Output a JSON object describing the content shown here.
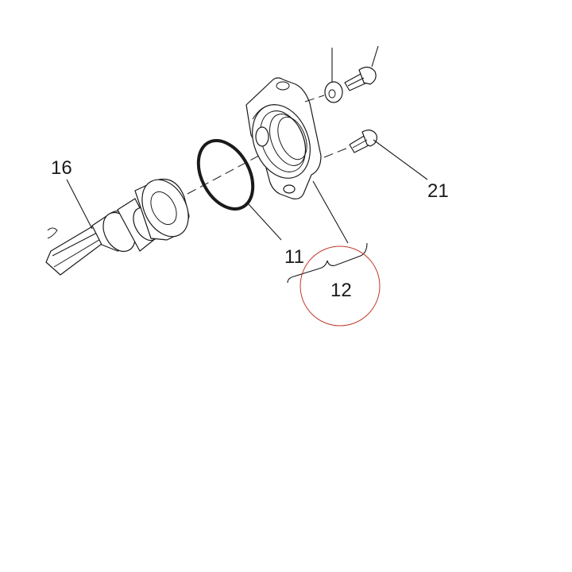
{
  "callouts": {
    "part_16": "16",
    "part_11": "11",
    "part_12": "12",
    "part_21": "21"
  },
  "highlight_color": "#c0392b"
}
